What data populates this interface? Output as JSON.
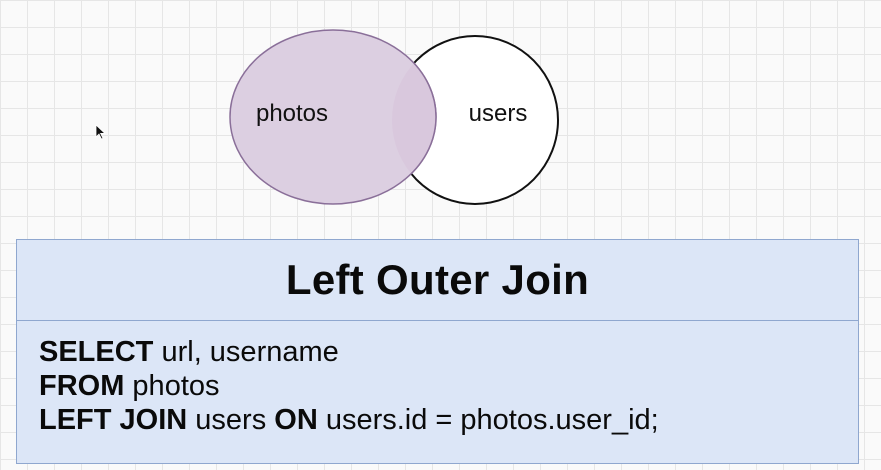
{
  "venn": {
    "left_label": "photos",
    "right_label": "users",
    "left_fill": "#dccfe1",
    "overlap_fill": "#dcccdf",
    "left_stroke": "#8a6f99",
    "right_stroke": "#111111"
  },
  "cursor_icon": "mouse-pointer-icon",
  "card": {
    "title": "Left Outer Join",
    "background": "#dce6f7",
    "border": "#8fa7cf",
    "sql": {
      "line1_kw": "SELECT",
      "line1_rest": " url, username",
      "line2_kw": "FROM",
      "line2_rest": " photos",
      "line3_kw1": "LEFT JOIN",
      "line3_mid": " users ",
      "line3_kw2": "ON",
      "line3_rest": " users.id = photos.user_id;"
    }
  }
}
